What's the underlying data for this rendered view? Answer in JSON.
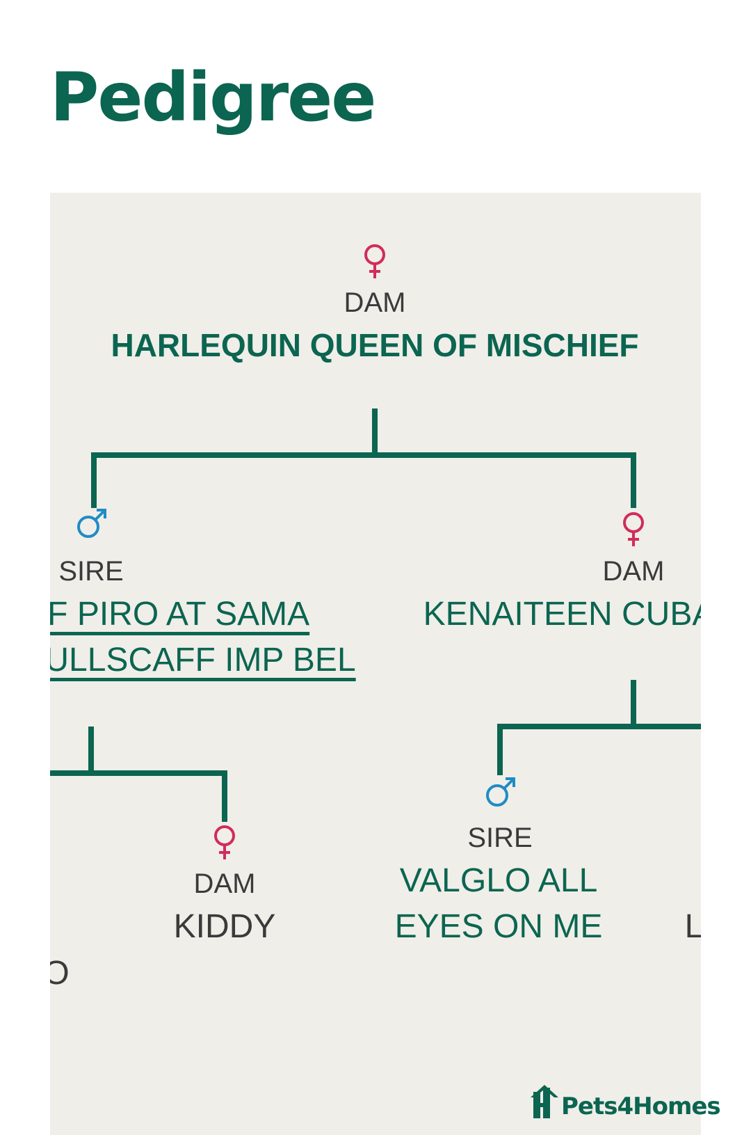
{
  "page": {
    "title": "Pedigree"
  },
  "colors": {
    "brand": "#0b6550",
    "panel": "#f0eee9",
    "female": "#d12c5a",
    "male": "#1f8cc4"
  },
  "pedigree": {
    "root": {
      "role": "DAM",
      "name": "HARLEQUIN QUEEN OF MISCHIEF",
      "sex": "female-symbol-icon"
    },
    "sire": {
      "role": "SIRE",
      "name_line1": "FF PIRO AT SAMA",
      "name_line2": "BULLSCAFF IMP BEL",
      "sex": "male-symbol-icon"
    },
    "dam": {
      "role": "DAM",
      "name": "KENAITEEN CUBA",
      "sex": "female-symbol-icon"
    },
    "sire_dam": {
      "role": "DAM",
      "name": "KIDDY",
      "sex": "female-symbol-icon"
    },
    "sire_sire_partial": {
      "name": "O"
    },
    "dam_sire": {
      "role": "SIRE",
      "name_line1": "VALGLO ALL",
      "name_line2": "EYES ON ME",
      "sex": "male-symbol-icon"
    },
    "dam_dam_partial": {
      "name": "L"
    }
  },
  "brand_logo": {
    "text": "Pets4Homes",
    "icon": "house-logo-icon"
  }
}
